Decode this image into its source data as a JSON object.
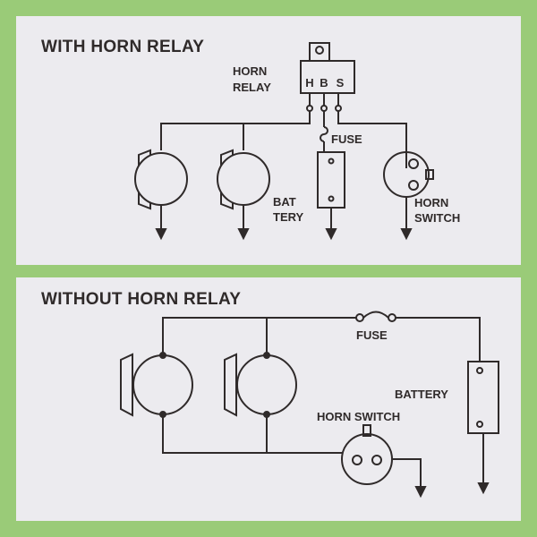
{
  "colors": {
    "frame": "#9acb78",
    "panel": "#ecebef",
    "ink": "#2f2a2a"
  },
  "top": {
    "title": "WITH HORN RELAY",
    "relay_label_line1": "HORN",
    "relay_label_line2": "RELAY",
    "terminal_h": "H",
    "terminal_b": "B",
    "terminal_s": "S",
    "fuse_label": "FUSE",
    "battery_label_line1": "BAT",
    "battery_label_line2": "TERY",
    "switch_label_line1": "HORN",
    "switch_label_line2": "SWITCH"
  },
  "bottom": {
    "title": "WITHOUT HORN RELAY",
    "fuse_label": "FUSE",
    "battery_label": "BATTERY",
    "switch_label": "HORN SWITCH"
  }
}
